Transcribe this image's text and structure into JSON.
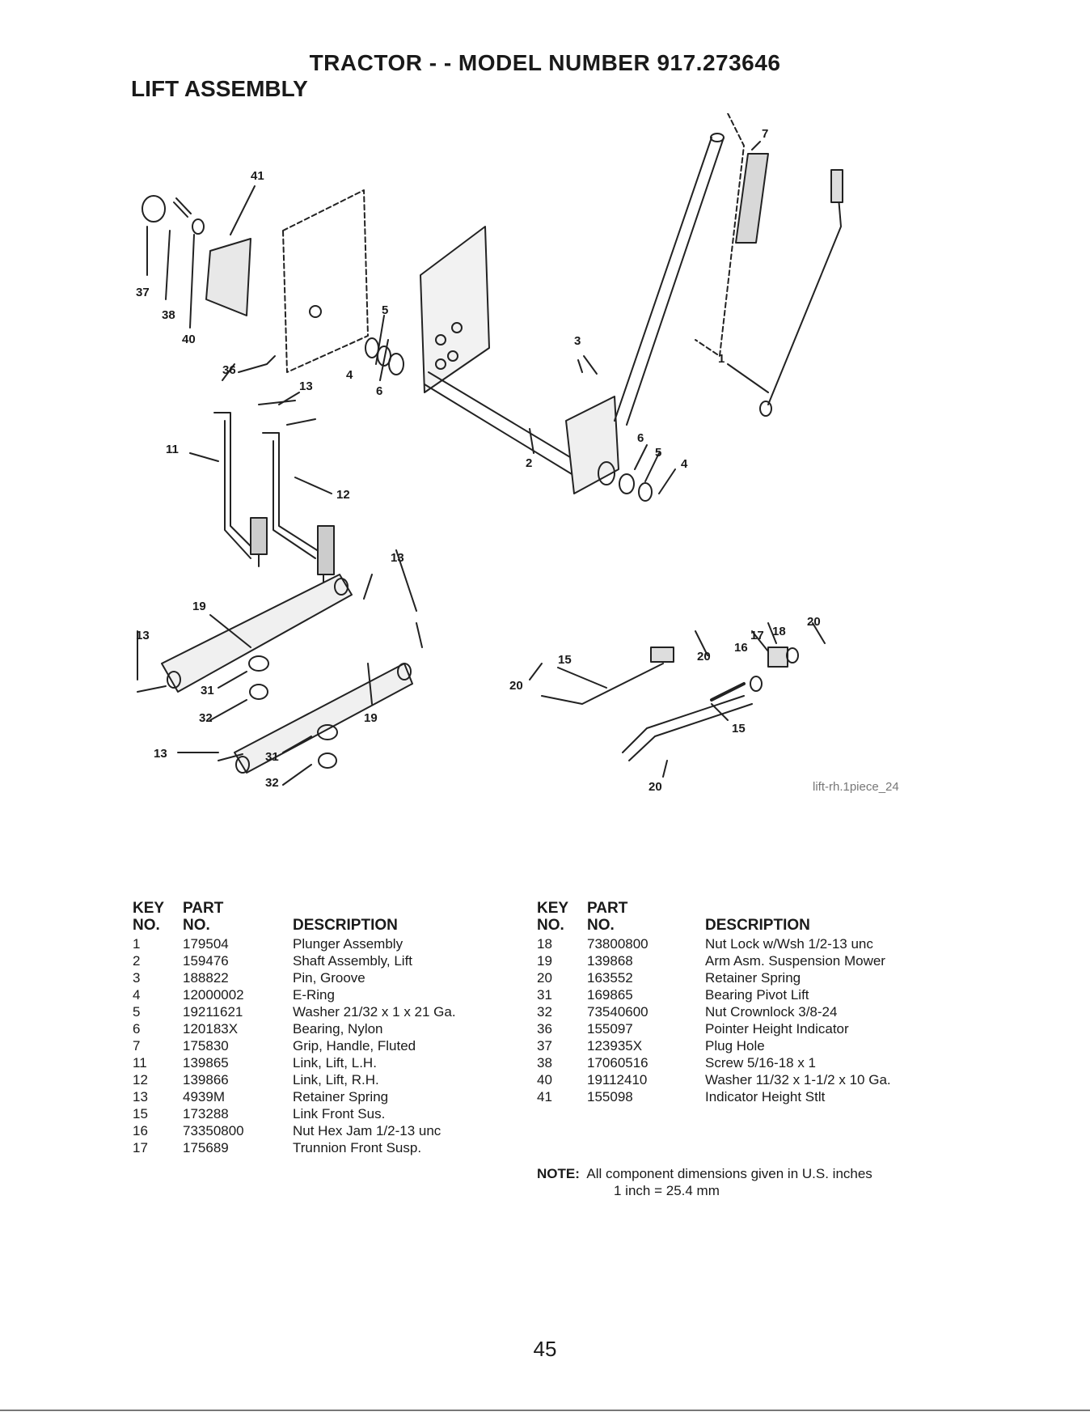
{
  "header": {
    "title": "TRACTOR - - MODEL NUMBER 917.273646",
    "section": "LIFT ASSEMBLY"
  },
  "diagram": {
    "id_label": "lift-rh.1piece_24",
    "callouts": [
      "41",
      "37",
      "38",
      "40",
      "36",
      "5",
      "4",
      "6",
      "3",
      "7",
      "1",
      "13",
      "11",
      "12",
      "2",
      "6",
      "5",
      "4",
      "13",
      "19",
      "13",
      "31",
      "32",
      "19",
      "13",
      "31",
      "32",
      "15",
      "20",
      "20",
      "16",
      "17",
      "18",
      "20",
      "15",
      "20"
    ]
  },
  "table_headers": {
    "key_line1": "KEY",
    "key_line2": "NO.",
    "part_line1": "PART",
    "part_line2": "NO.",
    "description": "DESCRIPTION"
  },
  "parts_left": [
    {
      "key": "1",
      "part": "179504",
      "desc": "Plunger Assembly"
    },
    {
      "key": "2",
      "part": "159476",
      "desc": "Shaft Assembly, Lift"
    },
    {
      "key": "3",
      "part": "188822",
      "desc": "Pin, Groove"
    },
    {
      "key": "4",
      "part": "12000002",
      "desc": "E-Ring"
    },
    {
      "key": "5",
      "part": "19211621",
      "desc": "Washer 21/32 x 1 x 21 Ga."
    },
    {
      "key": "6",
      "part": "120183X",
      "desc": "Bearing, Nylon"
    },
    {
      "key": "7",
      "part": "175830",
      "desc": "Grip, Handle, Fluted"
    },
    {
      "key": "11",
      "part": "139865",
      "desc": "Link, Lift, L.H."
    },
    {
      "key": "12",
      "part": "139866",
      "desc": "Link, Lift, R.H."
    },
    {
      "key": "13",
      "part": "4939M",
      "desc": "Retainer Spring"
    },
    {
      "key": "15",
      "part": "173288",
      "desc": "Link Front Sus."
    },
    {
      "key": "16",
      "part": "73350800",
      "desc": "Nut Hex Jam 1/2-13 unc"
    },
    {
      "key": "17",
      "part": "175689",
      "desc": "Trunnion Front Susp."
    }
  ],
  "parts_right": [
    {
      "key": "18",
      "part": "73800800",
      "desc": "Nut Lock w/Wsh 1/2-13 unc"
    },
    {
      "key": "19",
      "part": "139868",
      "desc": "Arm Asm. Suspension Mower"
    },
    {
      "key": "20",
      "part": "163552",
      "desc": "Retainer Spring"
    },
    {
      "key": "31",
      "part": "169865",
      "desc": "Bearing Pivot Lift"
    },
    {
      "key": "32",
      "part": "73540600",
      "desc": "Nut Crownlock 3/8-24"
    },
    {
      "key": "36",
      "part": "155097",
      "desc": "Pointer Height Indicator"
    },
    {
      "key": "37",
      "part": "123935X",
      "desc": "Plug Hole"
    },
    {
      "key": "38",
      "part": "17060516",
      "desc": "Screw 5/16-18 x 1"
    },
    {
      "key": "40",
      "part": "19112410",
      "desc": "Washer 11/32 x 1-1/2 x 10 Ga."
    },
    {
      "key": "41",
      "part": "155098",
      "desc": "Indicator Height Stlt"
    }
  ],
  "note": {
    "label": "NOTE:",
    "line1": "All component dimensions given in U.S. inches",
    "line2": "1 inch = 25.4 mm"
  },
  "page_number": "45"
}
